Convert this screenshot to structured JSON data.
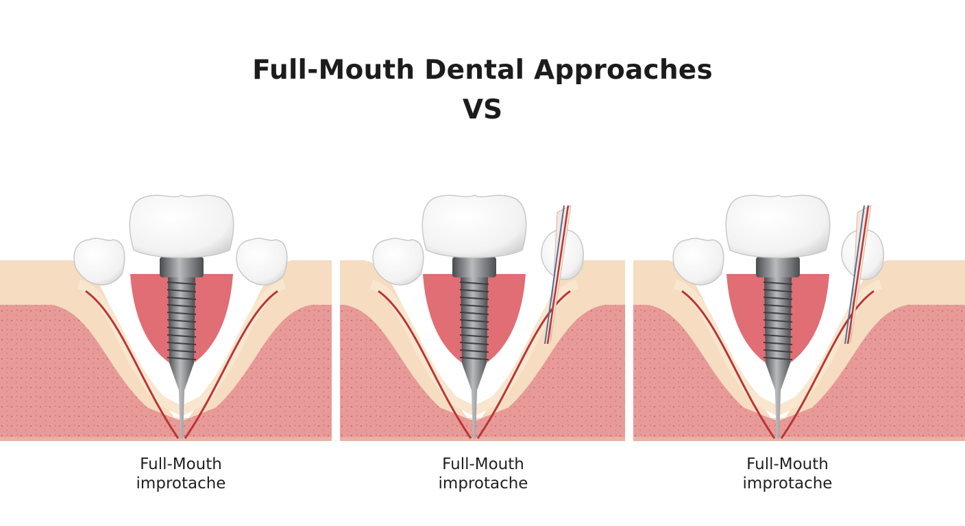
{
  "title": "Full-Mouth Dental Approaches",
  "subtitle": "VS",
  "panels": [
    {
      "line1": "Full-Mouth",
      "line2": "improtache",
      "canal": false
    },
    {
      "line1": "Full-Mouth",
      "line2": "improtache",
      "canal": true
    },
    {
      "line1": "Full-Mouth",
      "line2": "improtache",
      "canal": true
    }
  ],
  "colors": {
    "bone_pink": "#e89a98",
    "cortical": "#f6dcc0",
    "gum": "#e06e74",
    "enamel": "#f2f2f2",
    "implant": "#6e6f73",
    "nerve": "#b73636"
  }
}
